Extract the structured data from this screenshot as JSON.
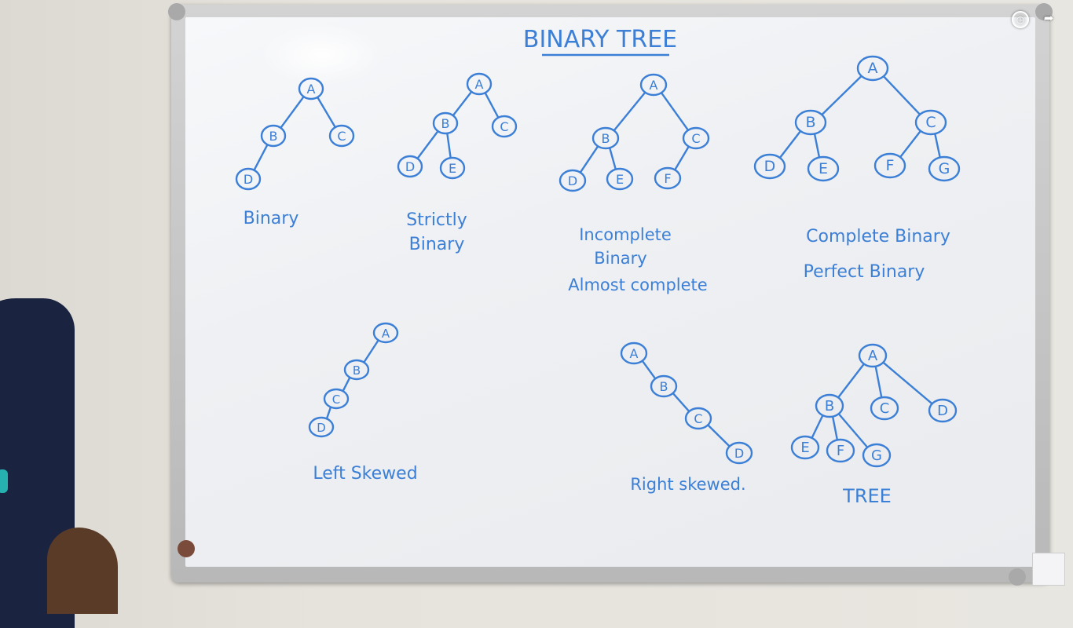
{
  "title": "BINARY TREE",
  "trees": [
    {
      "id": "binary",
      "caption": [
        "Binary"
      ],
      "nodes": [
        {
          "id": "A",
          "label": "A"
        },
        {
          "id": "B",
          "label": "B"
        },
        {
          "id": "C",
          "label": "C"
        },
        {
          "id": "D",
          "label": "D"
        }
      ],
      "edges": [
        [
          "A",
          "B"
        ],
        [
          "A",
          "C"
        ],
        [
          "B",
          "D"
        ]
      ]
    },
    {
      "id": "strictly-binary",
      "caption": [
        "Strictly",
        "Binary"
      ],
      "nodes": [
        {
          "id": "A",
          "label": "A"
        },
        {
          "id": "B",
          "label": "B"
        },
        {
          "id": "C",
          "label": "C"
        },
        {
          "id": "D",
          "label": "D"
        },
        {
          "id": "E",
          "label": "E"
        }
      ],
      "edges": [
        [
          "A",
          "B"
        ],
        [
          "A",
          "C"
        ],
        [
          "B",
          "D"
        ],
        [
          "B",
          "E"
        ]
      ]
    },
    {
      "id": "incomplete-binary",
      "caption": [
        "Incomplete",
        "Binary",
        "Almost complete"
      ],
      "nodes": [
        {
          "id": "A",
          "label": "A"
        },
        {
          "id": "B",
          "label": "B"
        },
        {
          "id": "C",
          "label": "C"
        },
        {
          "id": "D",
          "label": "D"
        },
        {
          "id": "E",
          "label": "E"
        },
        {
          "id": "F",
          "label": "F"
        }
      ],
      "edges": [
        [
          "A",
          "B"
        ],
        [
          "A",
          "C"
        ],
        [
          "B",
          "D"
        ],
        [
          "B",
          "E"
        ],
        [
          "C",
          "F"
        ]
      ]
    },
    {
      "id": "complete-binary",
      "caption": [
        "Complete Binary",
        "Perfect Binary"
      ],
      "nodes": [
        {
          "id": "A",
          "label": "A"
        },
        {
          "id": "B",
          "label": "B"
        },
        {
          "id": "C",
          "label": "C"
        },
        {
          "id": "D",
          "label": "D"
        },
        {
          "id": "E",
          "label": "E"
        },
        {
          "id": "F",
          "label": "F"
        },
        {
          "id": "G",
          "label": "G"
        }
      ],
      "edges": [
        [
          "A",
          "B"
        ],
        [
          "A",
          "C"
        ],
        [
          "B",
          "D"
        ],
        [
          "B",
          "E"
        ],
        [
          "C",
          "F"
        ],
        [
          "C",
          "G"
        ]
      ]
    },
    {
      "id": "left-skewed",
      "caption": [
        "Left Skewed"
      ],
      "nodes": [
        {
          "id": "A",
          "label": "A"
        },
        {
          "id": "B",
          "label": "B"
        },
        {
          "id": "C",
          "label": "C"
        },
        {
          "id": "D",
          "label": "D"
        }
      ],
      "edges": [
        [
          "A",
          "B"
        ],
        [
          "B",
          "C"
        ],
        [
          "C",
          "D"
        ]
      ]
    },
    {
      "id": "right-skewed",
      "caption": [
        "Right skewed."
      ],
      "nodes": [
        {
          "id": "A",
          "label": "A"
        },
        {
          "id": "B",
          "label": "B"
        },
        {
          "id": "C",
          "label": "C"
        },
        {
          "id": "D",
          "label": "D"
        }
      ],
      "edges": [
        [
          "A",
          "B"
        ],
        [
          "B",
          "C"
        ],
        [
          "C",
          "D"
        ]
      ]
    },
    {
      "id": "general-tree",
      "caption": [
        "TREE"
      ],
      "nodes": [
        {
          "id": "A",
          "label": "A"
        },
        {
          "id": "B",
          "label": "B"
        },
        {
          "id": "C",
          "label": "C"
        },
        {
          "id": "D",
          "label": "D"
        },
        {
          "id": "E",
          "label": "E"
        },
        {
          "id": "F",
          "label": "F"
        },
        {
          "id": "G",
          "label": "G"
        }
      ],
      "edges": [
        [
          "A",
          "B"
        ],
        [
          "A",
          "C"
        ],
        [
          "A",
          "D"
        ],
        [
          "B",
          "E"
        ],
        [
          "B",
          "F"
        ],
        [
          "B",
          "G"
        ]
      ]
    }
  ],
  "colors": {
    "ink": "#3c7fd6",
    "board": "#eef0f3",
    "frame": "#c4c4c4"
  },
  "overlay_icons": [
    "clock-icon",
    "share-icon"
  ]
}
